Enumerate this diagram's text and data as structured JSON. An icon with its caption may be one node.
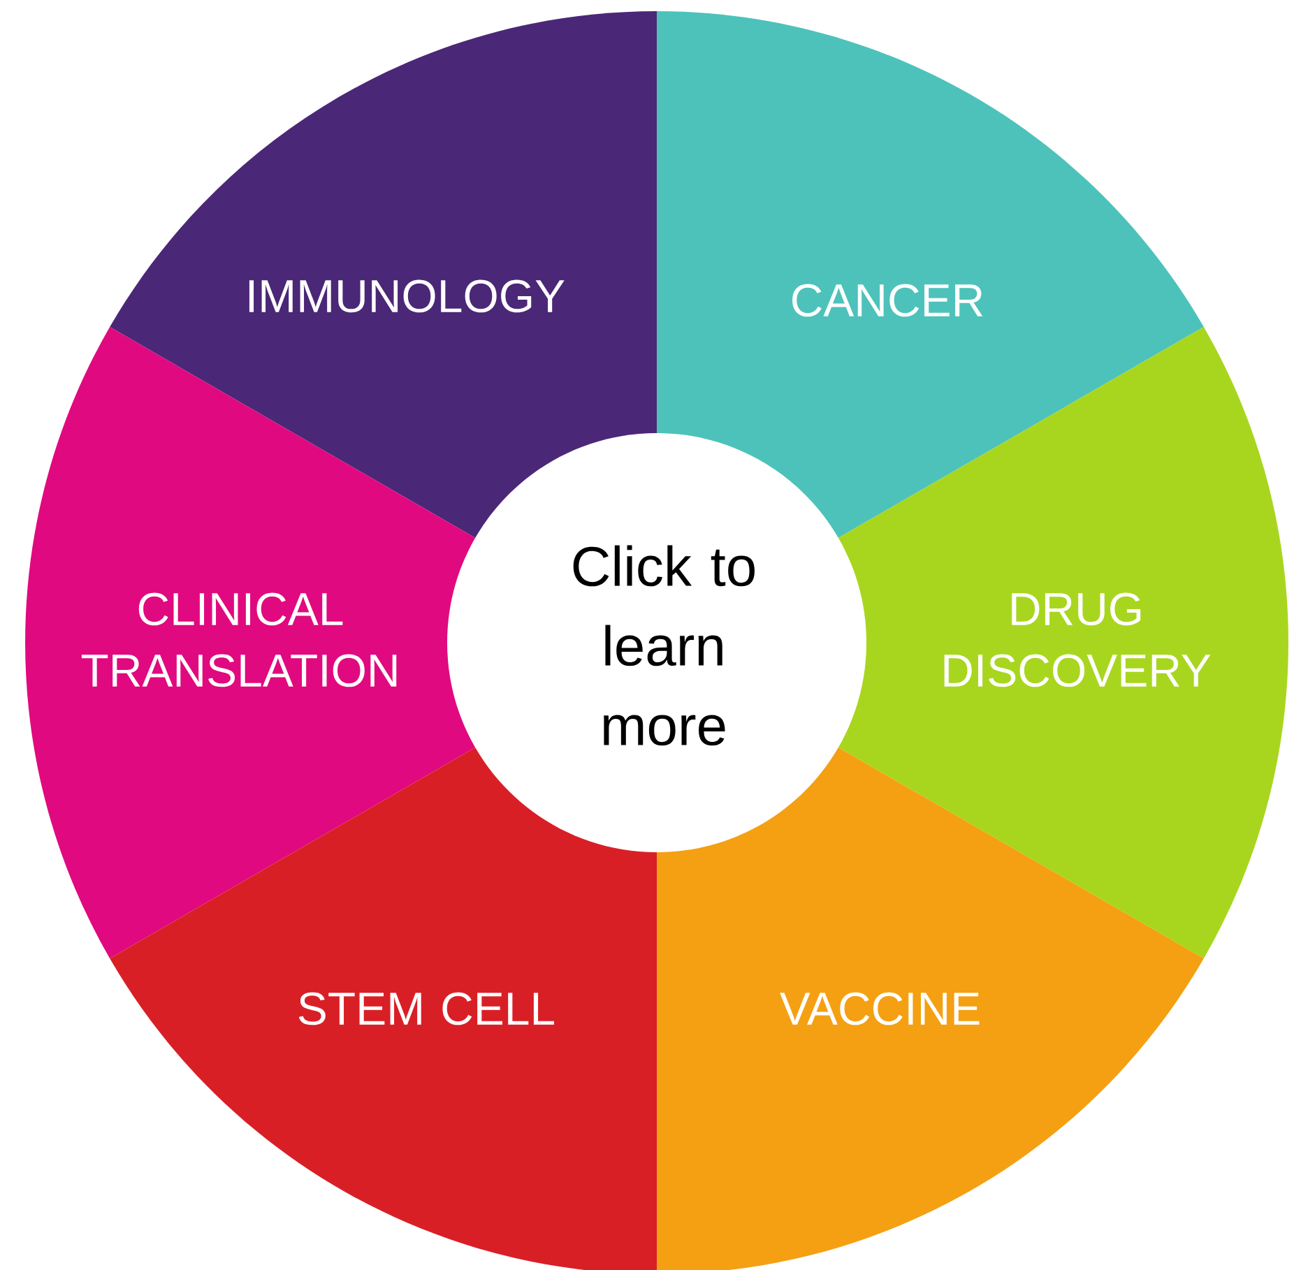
{
  "diagram": {
    "nodes": [
      {
        "text": [
          "IMMUNOLOGY"
        ]
      },
      {
        "text": [
          "CANCER"
        ]
      },
      {
        "text": [
          "CLINICAL TRANSLATION"
        ]
      },
      {
        "text": [
          "DRUG DISCOVERY"
        ]
      },
      {
        "text": [
          "STEM CELL"
        ]
      },
      {
        "text": [
          "VACCINE"
        ]
      },
      {
        "text": [
          "Click to learn more"
        ]
      }
    ]
  }
}
